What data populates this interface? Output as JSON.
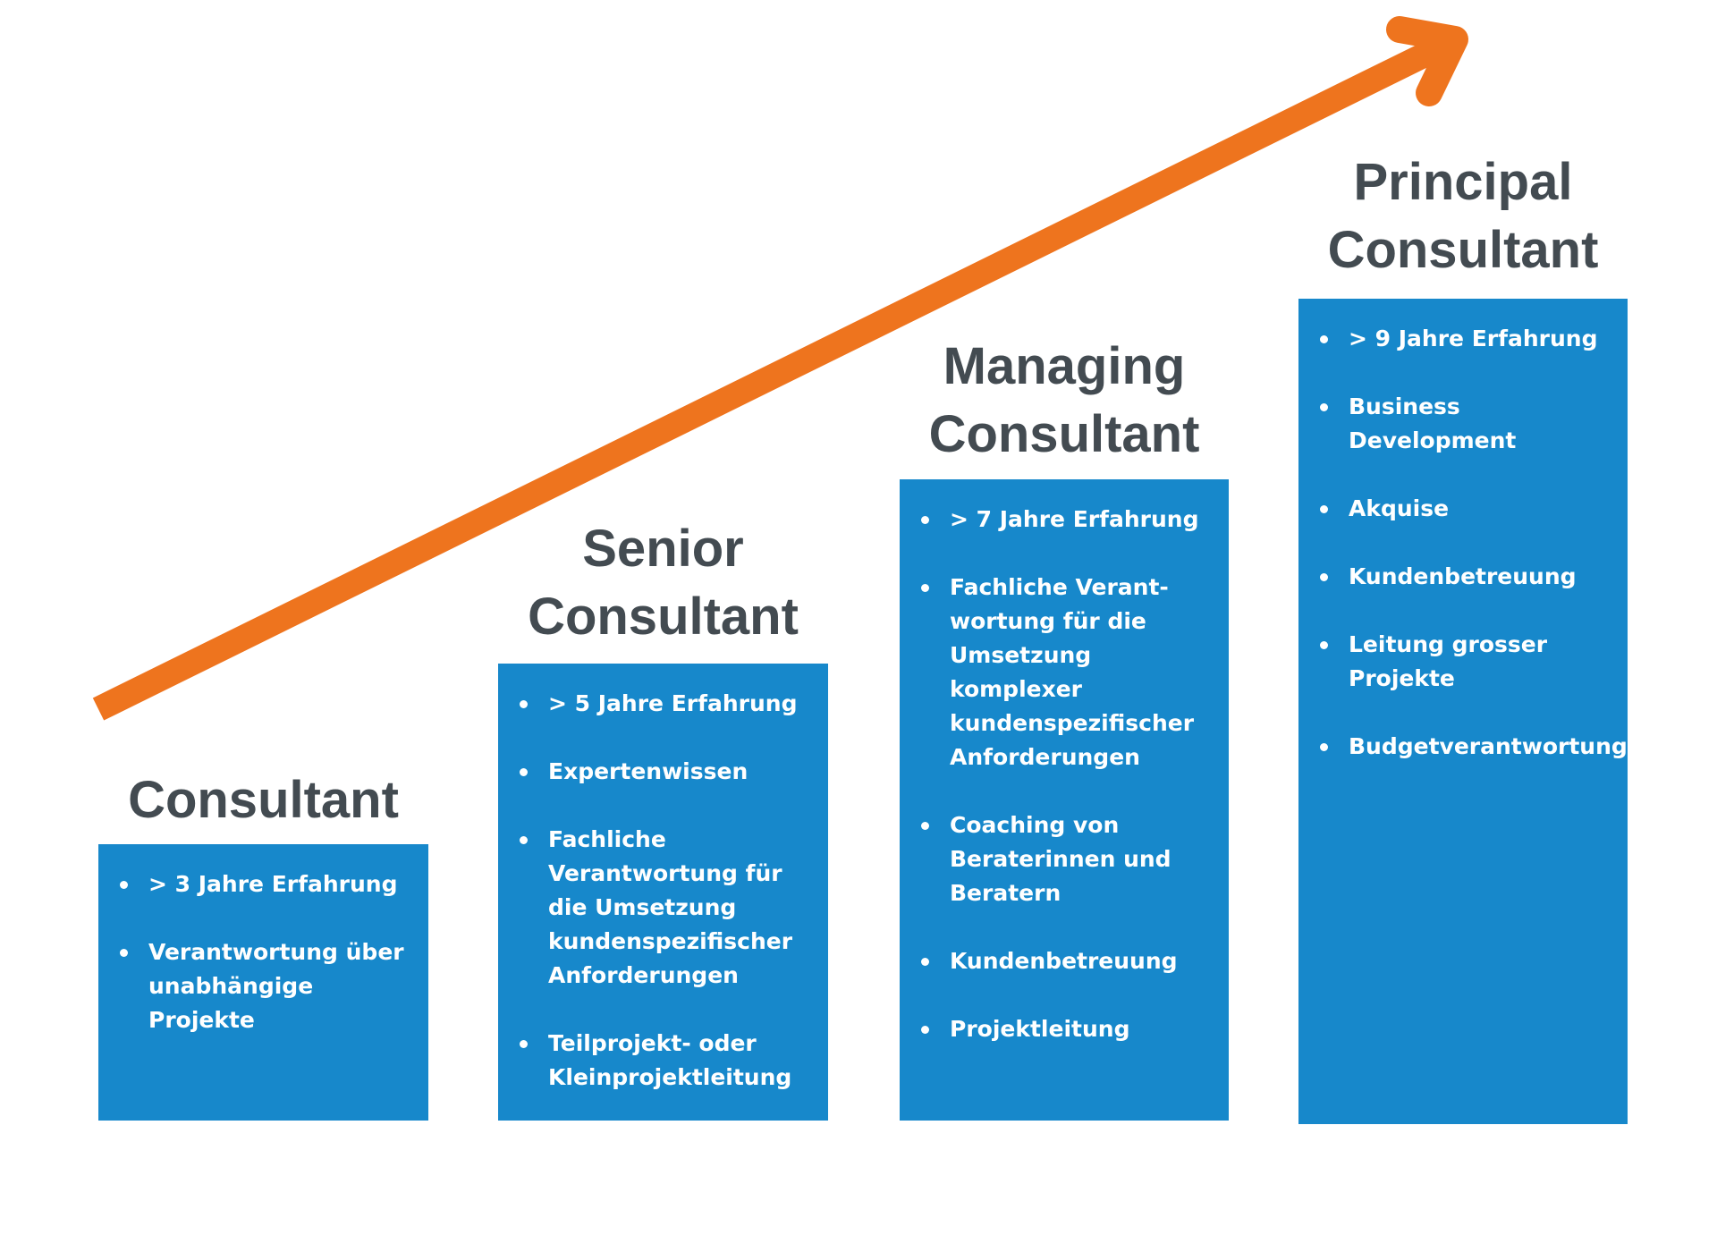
{
  "colors": {
    "arrow": "#ee741e",
    "box": "#1788cb",
    "title": "#434b51",
    "box_text": "#ffffff"
  },
  "arrow": {
    "icon": "trending-up-arrow-icon",
    "direction": "up-right"
  },
  "levels": [
    {
      "id": "consultant",
      "title": "Consultant",
      "items": [
        "> 3 Jahre Erfahrung",
        "Verantwortung über\nunabhängige\nProjekte"
      ]
    },
    {
      "id": "senior-consultant",
      "title": "Senior\nConsultant",
      "items": [
        "> 5 Jahre Erfahrung",
        "Expertenwissen",
        "Fachliche\nVerantwortung für\ndie Umsetzung\nkundenspezifischer\nAnforderungen",
        "Teilprojekt- oder\nKleinprojektleitung"
      ]
    },
    {
      "id": "managing-consultant",
      "title": "Managing\nConsultant",
      "items": [
        "> 7 Jahre Erfahrung",
        "Fachliche Verant-\nwortung für die\nUmsetzung komplexer\nkundenspezifischer\nAnforderungen",
        "Coaching von\nBeraterinnen und\nBeratern",
        "Kundenbetreuung",
        "Projektleitung"
      ]
    },
    {
      "id": "principal-consultant",
      "title": "Principal\nConsultant",
      "items": [
        "> 9 Jahre Erfahrung",
        "Business\nDevelopment",
        "Akquise",
        "Kundenbetreuung",
        "Leitung grosser\nProjekte",
        "Budgetverantwortung"
      ]
    }
  ]
}
